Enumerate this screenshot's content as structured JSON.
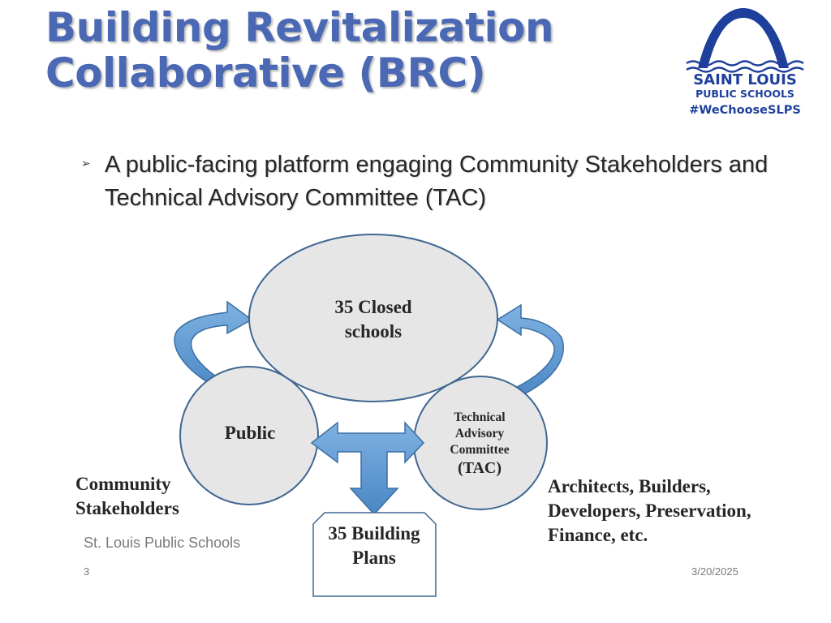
{
  "title": {
    "line1": "Building Revitalization",
    "line2": "Collaborative (BRC)"
  },
  "logo": {
    "name": "SAINT LOUIS",
    "subname": "PUBLIC SCHOOLS",
    "hashtag": "#WeChooseSLPS",
    "icon": "gateway-arch-icon",
    "color": "#1e3f9c"
  },
  "bullet": {
    "icon": "arrowhead-bullet",
    "text": "A public-facing platform engaging Community Stakeholders and Technical Advisory Committee (TAC)"
  },
  "diagram": {
    "nodes": {
      "closed_schools": "35 Closed schools",
      "public": "Public",
      "tac_name": "Technical Advisory Committee",
      "tac_abbr": "(TAC)",
      "building_plans": "35 Building Plans"
    },
    "labels": {
      "community": "Community Stakeholders",
      "professionals": "Architects, Builders, Developers, Preservation, Finance, etc."
    },
    "colors": {
      "circle_fill": "#e6e6e6",
      "circle_stroke": "#3f6791",
      "arrow_fill": "#5a96d2",
      "arrow_stroke": "#3a6fa3"
    }
  },
  "footer": {
    "organization": "St. Louis Public Schools",
    "page": "3",
    "date": "3/20/2025"
  }
}
